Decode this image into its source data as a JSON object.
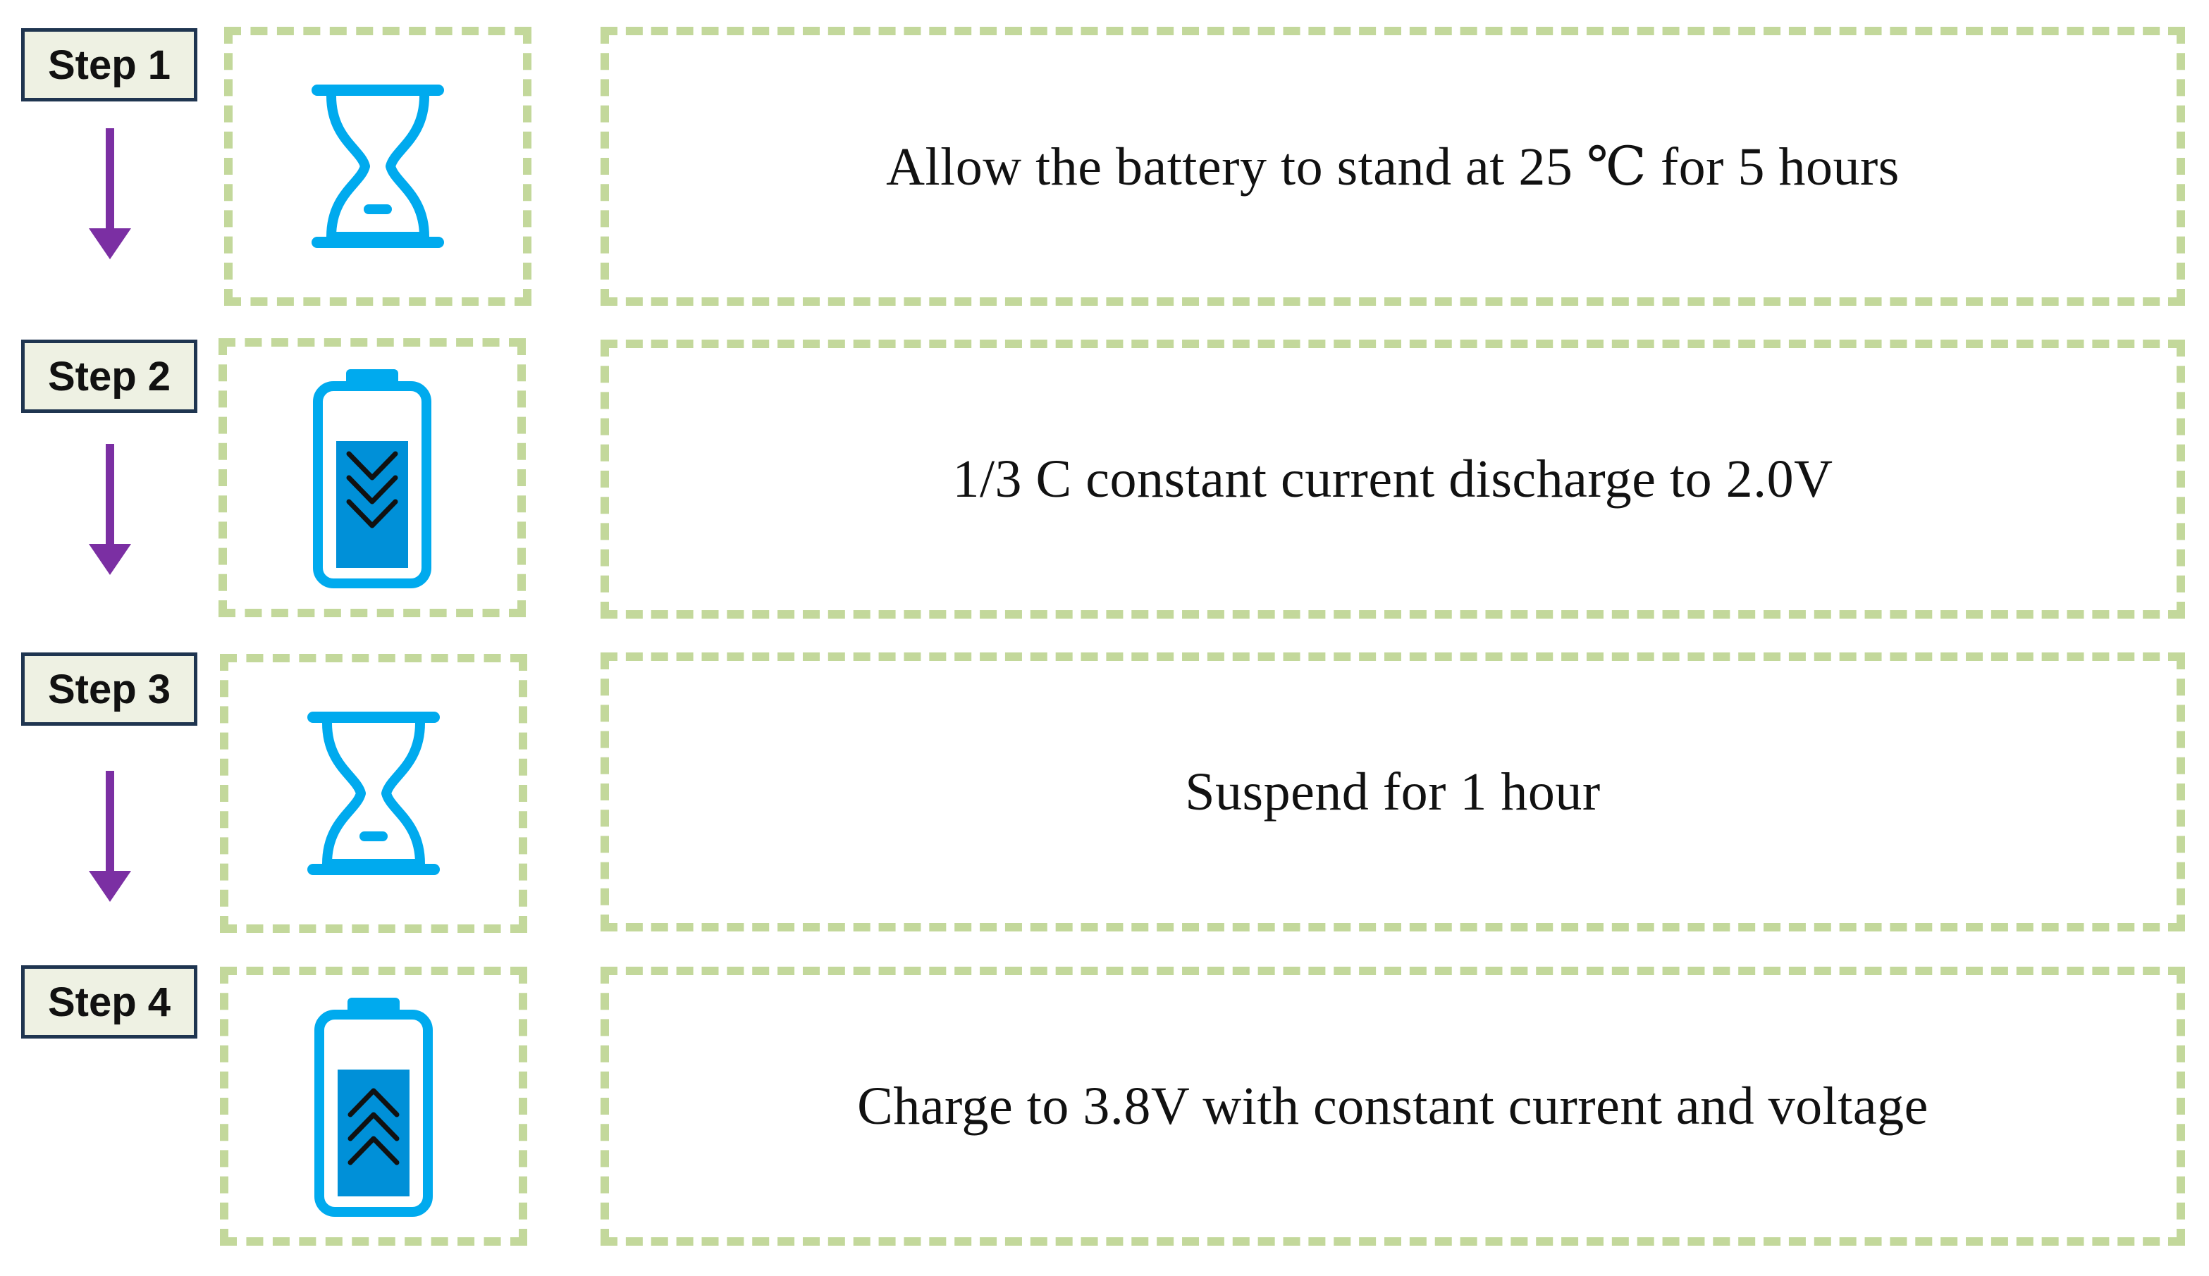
{
  "steps": [
    {
      "label": "Step 1",
      "icon": "hourglass-icon",
      "text": "Allow the battery to stand at 25 ℃ for 5 hours"
    },
    {
      "label": "Step 2",
      "icon": "battery-discharge-icon",
      "text": "1/3 C constant current discharge to 2.0V"
    },
    {
      "label": "Step 3",
      "icon": "hourglass-icon",
      "text": "Suspend for 1 hour"
    },
    {
      "label": "Step 4",
      "icon": "battery-charge-icon",
      "text": "Charge to 3.8V with constant current and voltage"
    }
  ],
  "colors": {
    "icon_blue": "#00aaee",
    "battery_fill": "#0090d8",
    "arrow_purple": "#7b2fa3",
    "dash_green": "#c3d89b",
    "label_border": "#1f3550",
    "label_fill": "#eef1e3"
  }
}
